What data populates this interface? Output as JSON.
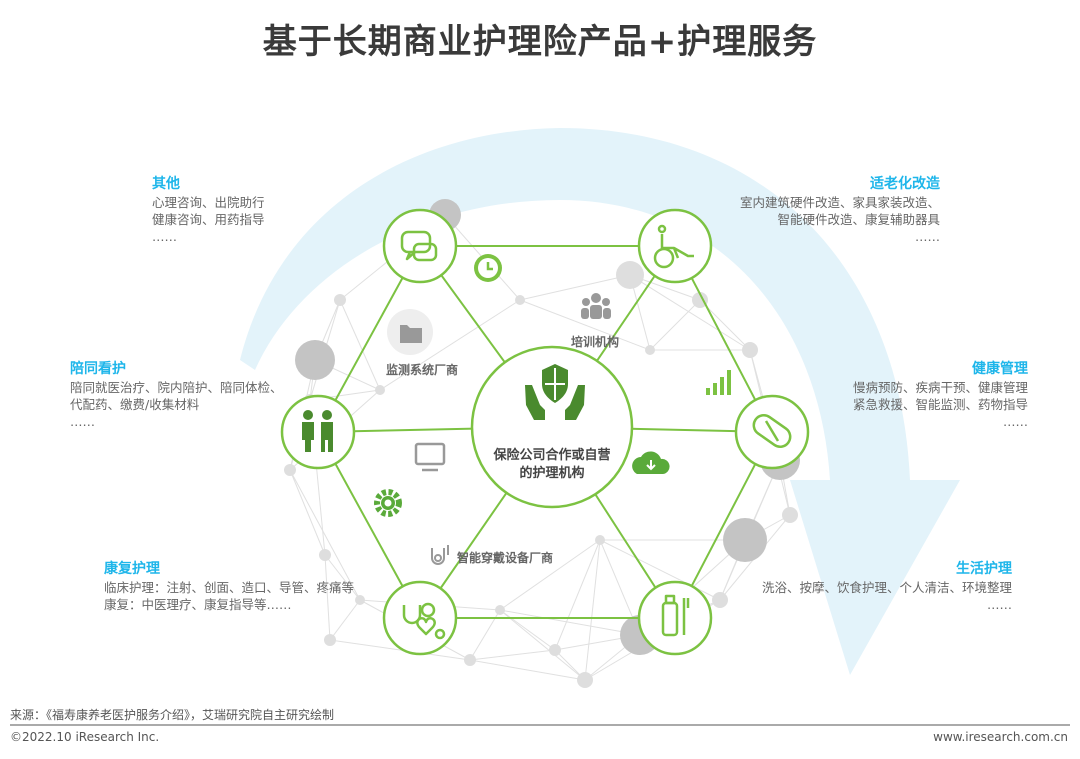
{
  "title": "基于长期商业护理险产品+护理服务",
  "center": {
    "line1": "保险公司合作或自营",
    "line2": "的护理机构"
  },
  "inner_labels": {
    "training": "培训机构",
    "monitoring": "监测系统厂商",
    "wearable": "智能穿戴设备厂商"
  },
  "blocks": {
    "other": {
      "heading": "其他",
      "lines": [
        "心理咨询、出院助行",
        "健康咨询、用药指导",
        "……"
      ]
    },
    "accompany": {
      "heading": "陪同看护",
      "lines": [
        "陪同就医治疗、院内陪护、陪同体检、",
        "代配药、缴费/收集材料",
        "……"
      ]
    },
    "rehab": {
      "heading": "康复护理",
      "lines": [
        "临床护理：注射、创面、造口、导管、疼痛等",
        "康复：中医理疗、康复指导等……"
      ]
    },
    "aging": {
      "heading": "适老化改造",
      "lines": [
        "室内建筑硬件改造、家具家装改造、",
        "智能硬件改造、康复辅助器具",
        "……"
      ]
    },
    "health": {
      "heading": "健康管理",
      "lines": [
        "慢病预防、疾病干预、健康管理",
        "紧急救援、智能监测、药物指导",
        "……"
      ]
    },
    "life": {
      "heading": "生活护理",
      "lines": [
        "洗浴、按摩、饮食护理、个人清洁、环境整理",
        "……"
      ]
    }
  },
  "footer": {
    "source": "来源：《福寿康养老医护服务介绍》，艾瑞研究院自主研究绘制",
    "copyright": "©2022.10 iResearch Inc.",
    "website": "www.iresearch.com.cn"
  },
  "colors": {
    "green": "#7cc242",
    "dark_green": "#4a8a2e",
    "blue": "#1fb6ea",
    "arc": "#e3f3fa"
  }
}
